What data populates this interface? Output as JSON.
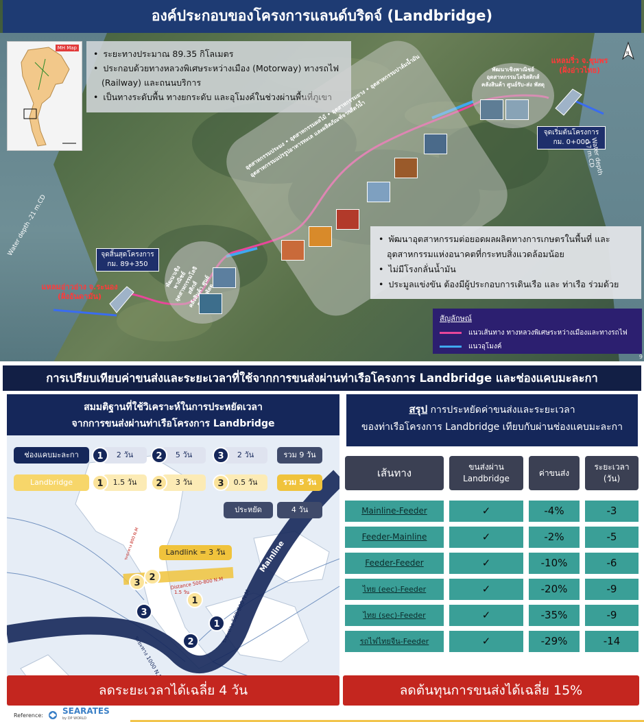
{
  "top": {
    "title": "องค์ประกอบของโครงการแลนด์บริดจ์ (Landbridge)",
    "inset_badge": "MH Map",
    "info": [
      "ระยะทางประมาณ 89.35 กิโลเมตร",
      "ประกอบด้วยทางหลวงพิเศษระหว่างเมือง (Motorway) ทางรถไฟ",
      "(Railway) และถนนบริการ",
      "เป็นทางระดับพื้น ทางยกระดับ และอุโมงค์ในช่วงผ่านพื้นที่ภูเขา"
    ],
    "compass_label": "N",
    "port_east": {
      "name": "แหลมริ่ว จ.ชุมพร",
      "side": "(ฝั่งอ่าวไทย)"
    },
    "port_west": {
      "name": "แหลมอ่าวอ่าง จ.ระนอง",
      "side": "(ฝั่งอันดามัน)"
    },
    "start_point": {
      "label": "จุดเริ่มต้นโครงการ",
      "km": "กม. 0+000"
    },
    "end_point": {
      "label": "จุดสิ้นสุดโครงการ",
      "km": "กม. 89+350"
    },
    "east_bubble": [
      "พัฒนาเชิงพาณิชย์",
      "อุตสาหกรรมโลจิสติกส์",
      "คลังสินค้า ศูนย์รับ-ส่ง พัสดุ"
    ],
    "west_bubble": [
      "พัฒนาเชิงพาณิชย์",
      "อุตสาหกรรมโลจิสติกส์",
      "คลังสินค้า ศูนย์รับ-ส่งพัสดุ"
    ],
    "industry_band": [
      "อุตสาหกรรมประมง • อุตสาหกรรมผลไม้ • อุตสาหกรรมยาง • อุตสาหกรรมปาล์มน้ำมัน",
      "อุตสาหกรรมแปรรูปอาหารทะเล และผลิตภัณฑ์จากสัตว์น้ำ"
    ],
    "development": [
      "พัฒนาอุตสาหกรรมต่อยอดผลผลิตทางการเกษตรในพื้นที่ และ",
      "อุตสาหกรรมแห่งอนาคตที่กระทบสิ่งแวดล้อมน้อย",
      "ไม่มีโรงกลั่นน้ำมัน",
      "ประมูลแข่งขัน ต้องมีผู้ประกอบการเดินเรือ และ ท่าเรือ ร่วมด้วย"
    ],
    "legend": {
      "title": "สัญลักษณ์",
      "items": [
        {
          "label": "แนวเส้นทาง ทางหลวงพิเศษระหว่างเมืองและทางรถไฟ",
          "color": "#e8479a"
        },
        {
          "label": "แนวอุโมงค์",
          "color": "#3fa8f0"
        }
      ]
    },
    "water_depth_west": "Water depth -21 m.CD",
    "water_depth_east": "Water depth -17 m.CD",
    "slide_number": "9"
  },
  "bottom": {
    "title": "การเปรียบเทียบค่าขนส่งและระยะเวลาที่ใช้จากการขนส่งผ่านท่าเรือโครงการ Landbridge และช่องแคบมะละกา",
    "assumption_title": [
      "สมมติฐานที่ใช้วิเคราะห์ในการประหยัดเวลา",
      "จากการขนส่งผ่านท่าเรือโครงการ Landbridge"
    ],
    "malacca": {
      "label": "ช่องแคบมะละกา",
      "steps": [
        {
          "n": "1",
          "days": "2 วัน"
        },
        {
          "n": "2",
          "days": "5 วัน"
        },
        {
          "n": "3",
          "days": "2 วัน"
        }
      ],
      "total": "รวม 9 วัน"
    },
    "landbridge": {
      "label": "Landbridge",
      "steps": [
        {
          "n": "1",
          "days": "1.5 วัน"
        },
        {
          "n": "2",
          "days": "3 วัน"
        },
        {
          "n": "3",
          "days": "0.5 วัน"
        }
      ],
      "total": "รวม 5 วัน"
    },
    "saving": {
      "label": "ประหยัด",
      "value": "4 วัน"
    },
    "map": {
      "landlink": "Landlink = 3 วัน",
      "mainline": "Mainline",
      "dist_1000": "ระยะทาง 1000 N.M",
      "dist_500": "ระยะทาง 500-800 N.M",
      "dist_800": "ระยะทาง 800 N.M",
      "dist_short": "Distance 500-800 N.M",
      "dist_days": "1.5 วัน"
    },
    "summary_title": {
      "underline": "สรุป",
      "line1": "การประหยัดค่าขนส่งและระยะเวลา",
      "line2": "ของท่าเรือโครงการ Landbridge เทียบกับผ่านช่องแคบมะละกา"
    },
    "table": {
      "headers": [
        "เส้นทาง",
        "ขนส่งผ่าน Landbridge",
        "ค่าขนส่ง",
        "ระยะเวลา (วัน)"
      ],
      "rows": [
        {
          "route": "Mainline-Feeder",
          "check": "✓",
          "cost": "-4%",
          "time": "-3"
        },
        {
          "route": "Feeder-Mainline",
          "check": "✓",
          "cost": "-2%",
          "time": "-5"
        },
        {
          "route": "Feeder-Feeder",
          "check": "✓",
          "cost": "-10%",
          "time": "-6"
        },
        {
          "route": "ไทย (eec)-Feeder",
          "check": "✓",
          "cost": "-20%",
          "time": "-9"
        },
        {
          "route": "ไทย (sec)-Feeder",
          "check": "✓",
          "cost": "-35%",
          "time": "-9"
        },
        {
          "route": "รถไฟไทยจีน-Feeder",
          "check": "✓",
          "cost": "-29%",
          "time": "-14"
        }
      ]
    },
    "banner_left": "ลดระยะเวลาได้เฉลี่ย 4 วัน",
    "banner_right": "ลดต้นทุนการขนส่งได้เฉลี่ย 15%",
    "reference": "Reference:",
    "brand": "SEARATES",
    "brand_sub": "by DP WORLD"
  }
}
